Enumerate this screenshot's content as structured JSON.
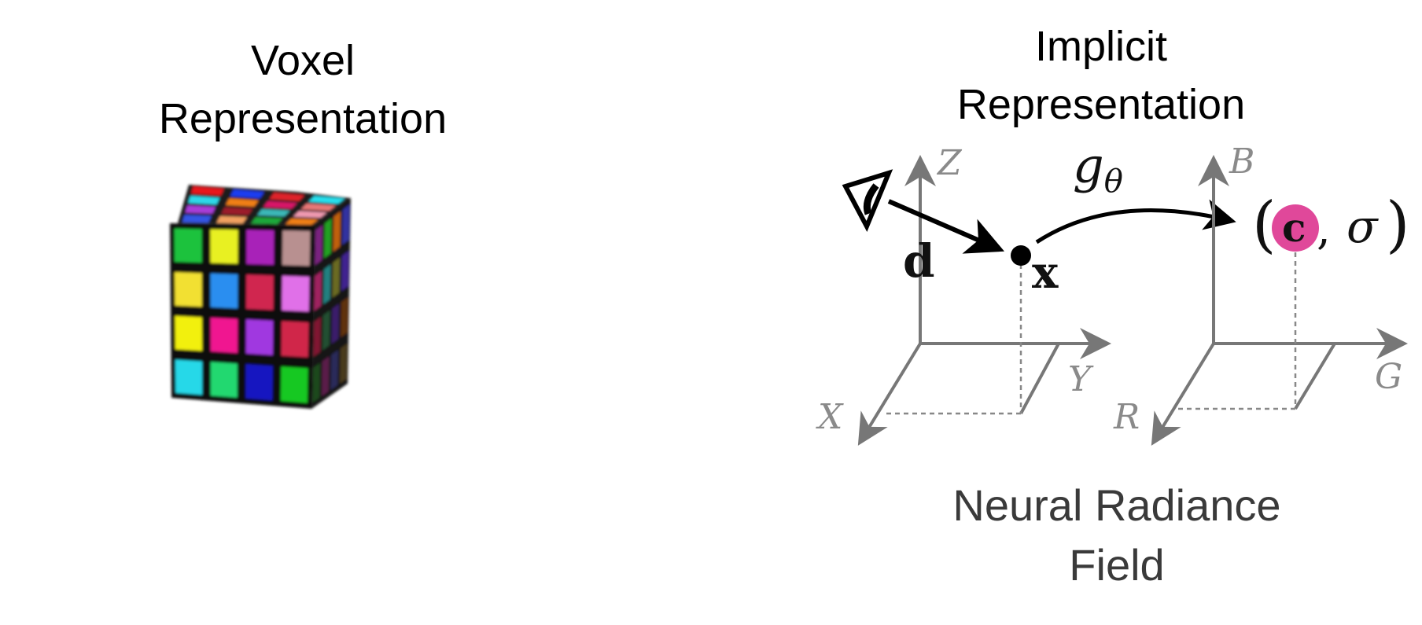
{
  "voxel": {
    "title_line1": "Voxel",
    "title_line2": "Representation",
    "face_colors": {
      "top": [
        "#e8141e",
        "#1a3cf0",
        "#e0202c",
        "#26e0ee",
        "#2ed8e8",
        "#f07f12",
        "#d81868",
        "#e87878",
        "#a83cd8",
        "#9b1a2a",
        "#3ab8b8",
        "#f09ab0",
        "#3454e4",
        "#f2a060",
        "#1da83a",
        "#f07f12"
      ],
      "front": [
        "#1ec23e",
        "#e8f020",
        "#a820b8",
        "#b89090",
        "#f2e030",
        "#2c8ef0",
        "#d02850",
        "#e070e8",
        "#f2f010",
        "#f01890",
        "#a038e0",
        "#d02848",
        "#28d8e8",
        "#20d870",
        "#1414c0",
        "#18c820"
      ],
      "side": [
        "#7a2080",
        "#20a020",
        "#c06010",
        "#3030a0",
        "#a02060",
        "#208080",
        "#6a6a20",
        "#402090",
        "#801830",
        "#205030",
        "#3a1a6a",
        "#603010",
        "#1a4a1a",
        "#5a1a4a",
        "#2a2a5a",
        "#4a3a1a"
      ]
    }
  },
  "implicit": {
    "title_line1": "Implicit",
    "title_line2": "Representation",
    "axes_left": {
      "vertical": "Z",
      "horizontal": "Y",
      "diagonal": "X"
    },
    "axes_right": {
      "vertical": "B",
      "horizontal": "G",
      "diagonal": "R"
    },
    "direction_label": "d",
    "point_label": "x",
    "function_label": "g",
    "function_subscript": "θ",
    "output_open": "(",
    "output_color": "c",
    "output_separator": ", ",
    "output_density": "σ",
    "output_close": ")",
    "highlight_color": "#e0489a"
  },
  "caption": {
    "line1": "Neural Radiance",
    "line2": "Field"
  }
}
